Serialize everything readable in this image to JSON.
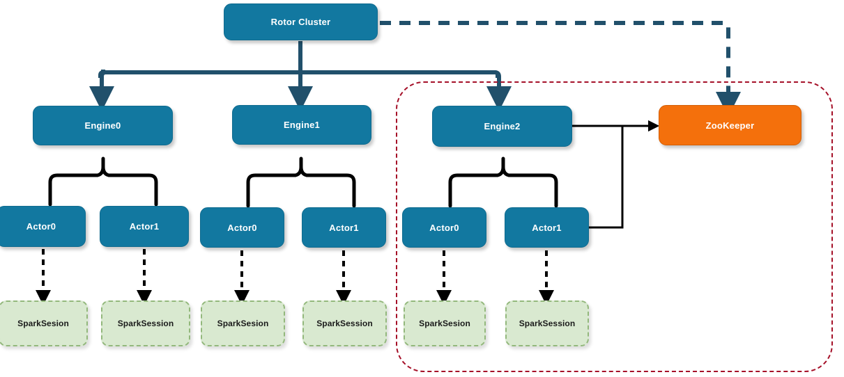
{
  "diagram": {
    "title_node": {
      "label": "Rotor Cluster",
      "color": "#1278a0"
    },
    "coordinator": {
      "label": "ZooKeeper",
      "color": "#f4700c"
    },
    "engines": [
      {
        "label": "Engine0"
      },
      {
        "label": "Engine1"
      },
      {
        "label": "Engine2"
      }
    ],
    "actors": [
      {
        "label": "Actor0"
      },
      {
        "label": "Actor1"
      },
      {
        "label": "Actor0"
      },
      {
        "label": "Actor1"
      },
      {
        "label": "Actor0"
      },
      {
        "label": "Actor1"
      }
    ],
    "sessions": [
      {
        "label": "SparkSesion"
      },
      {
        "label": "SparkSession"
      },
      {
        "label": "SparkSesion"
      },
      {
        "label": "SparkSession"
      },
      {
        "label": "SparkSesion"
      },
      {
        "label": "SparkSession"
      }
    ],
    "zone": {
      "label": "",
      "border_color": "#a51028"
    },
    "colors": {
      "node_blue": "#1278a0",
      "node_orange": "#f4700c",
      "session_fill": "#d9e9d0",
      "session_border": "#93b87c",
      "connector_dark": "#21506b",
      "connector_black": "#000000",
      "zone_red": "#a51028"
    }
  }
}
